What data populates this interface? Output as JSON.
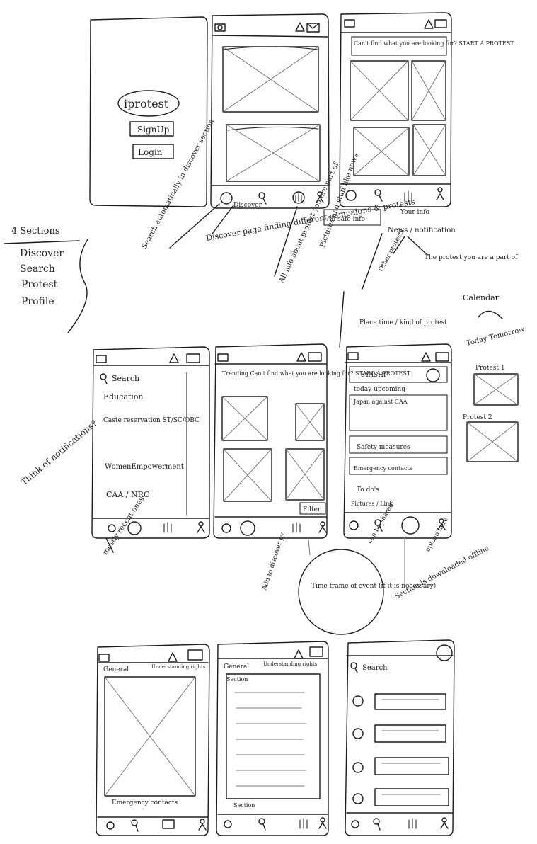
{
  "sketch_title": "",
  "row1": {
    "splash": {
      "app_name": "iprotest",
      "signup": "SignUp",
      "login": "Login"
    },
    "discover_top_labels": [
      "Discover"
    ],
    "banner_text": "Can't find what you are looking for? START A PROTEST"
  },
  "row1_notes": {
    "sections_heading": "4 Sections",
    "sections": [
      "Discover",
      "Search",
      "Protest",
      "Profile"
    ],
    "search_note": "Search automatically in discover section",
    "discover_note": "Discover page finding different campaigns & protests",
    "all_info_note": "All info about protest you are part of",
    "pictures_note": "Pictures and stuff like news",
    "all_safe_note": "All safe info",
    "your_info": "Your info",
    "news_note": "News / notification",
    "other_protests": "Other protests",
    "protest_part": "The protest you are a part of",
    "place_time": "Place time / kind of protest",
    "calendar": "Calendar",
    "today_tomorrow": "Today Tomorrow",
    "protest1": "Protest 1",
    "protest2": "Protest 2"
  },
  "row2": {
    "search_screen": {
      "search_label": "Search",
      "items": [
        "Education",
        "Caste reservation ST/SC/OBC",
        "WomenEmpowerment",
        "CAA / NRC"
      ]
    },
    "discover_banner": "Trending Can't find what you are looking for? START A PROTEST",
    "filter": "Filter",
    "protest_screen": {
      "items": [
        "SYASHI",
        "today upcoming",
        "Japan against CAA",
        "Safety measures",
        "Emergency contacts",
        "To do's",
        "Pictures / Link"
      ]
    }
  },
  "row2_notes": {
    "think": "Think of notifications?",
    "mostly": "mostly recent ones",
    "add_to": "Add to discover pv",
    "time_frame": "Time frame of event (if it is necessary)",
    "can_be": "can be shared",
    "upload": "upload here",
    "section": "Section is downloaded offline"
  },
  "row3": {
    "general_tab": "General",
    "rights_tab": "Understanding rights",
    "emergency": "Emergency contacts",
    "section_label": "Section",
    "search_label": "Search"
  },
  "icons": [
    "camera-icon",
    "bell-icon",
    "mail-icon",
    "discover-icon",
    "search-icon",
    "protest-fist-icon",
    "profile-icon"
  ]
}
